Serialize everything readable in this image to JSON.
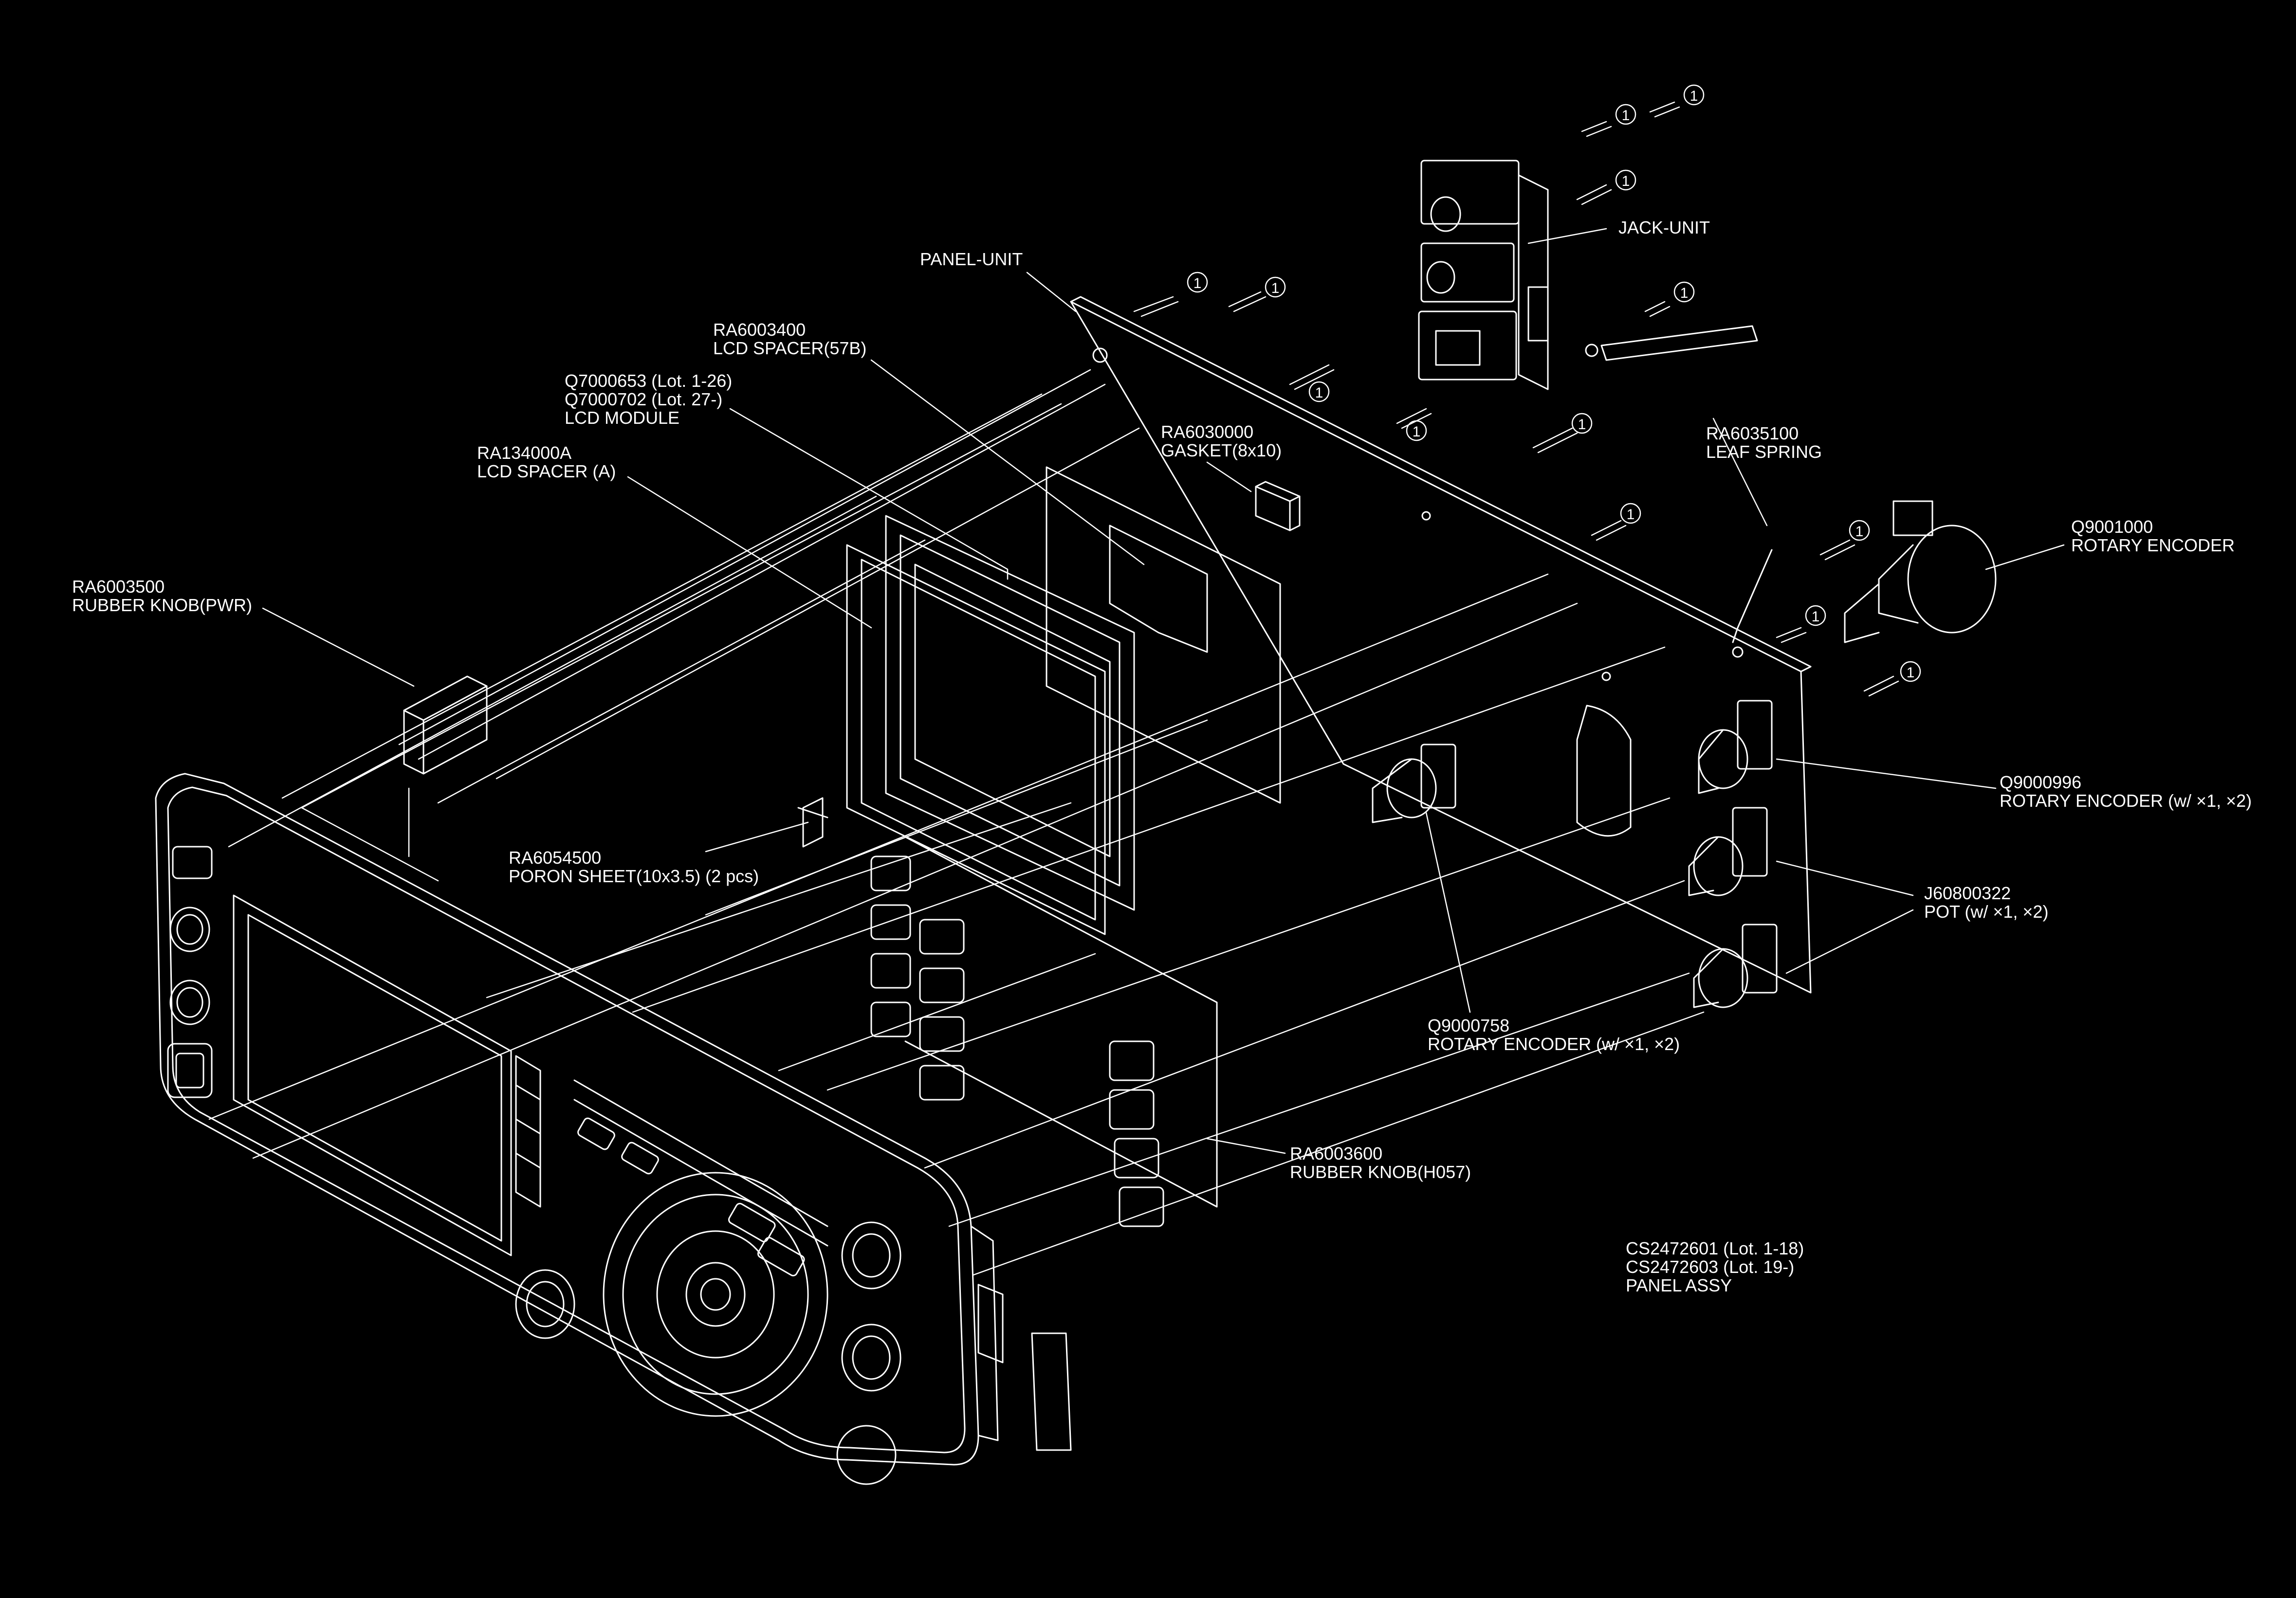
{
  "colors": {
    "background": "#000000",
    "line": "#ffffff"
  },
  "screw_marker": "1",
  "labels": {
    "panel_unit": [
      "PANEL-UNIT"
    ],
    "jack_unit": [
      "JACK-UNIT"
    ],
    "lcd_spacer_57b": [
      "RA6003400",
      "LCD SPACER(57B)"
    ],
    "lcd_module": [
      "Q7000653 (Lot. 1-26)",
      "Q7000702 (Lot. 27-)",
      "LCD MODULE"
    ],
    "lcd_spacer_a": [
      "RA134000A",
      "LCD SPACER (A)"
    ],
    "gasket": [
      "RA6030000",
      "GASKET(8x10)"
    ],
    "leaf_spring": [
      "RA6035100",
      "LEAF SPRING"
    ],
    "rotary_encoder_main": [
      "Q9001000",
      "ROTARY ENCODER"
    ],
    "rubber_knob_pwr": [
      "RA6003500",
      "RUBBER KNOB(PWR)"
    ],
    "rotary_encoder_9000996": [
      "Q9000996",
      "ROTARY ENCODER (w/ ×1, ×2)"
    ],
    "poron_sheet": [
      "RA6054500",
      "PORON SHEET(10x3.5) (2 pcs)"
    ],
    "pot": [
      "J60800322",
      "POT (w/ ×1, ×2)"
    ],
    "rotary_encoder_9000758": [
      "Q9000758",
      "ROTARY ENCODER (w/ ×1, ×2)"
    ],
    "rubber_knob_h057": [
      "RA6003600",
      "RUBBER KNOB(H057)"
    ],
    "panel_assy": [
      "CS2472601 (Lot. 1-18)",
      "CS2472603 (Lot. 19-)",
      "PANEL ASSY"
    ]
  }
}
